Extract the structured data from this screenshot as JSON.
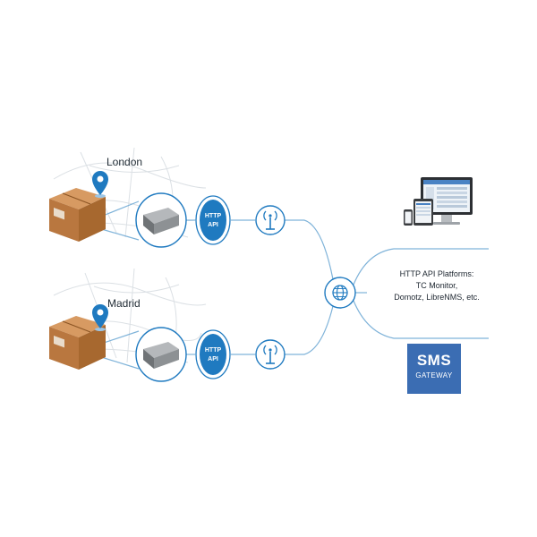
{
  "locations": [
    {
      "name": "London"
    },
    {
      "name": "Madrid"
    }
  ],
  "gateway_badge": {
    "line1": "HTTP",
    "line2": "API"
  },
  "platforms": {
    "line1": "HTTP API Platforms:",
    "line2": "TC Monitor,",
    "line3": "Domotz, LibreNMS, etc."
  },
  "sms_gateway": {
    "line1": "SMS",
    "line2": "GATEWAY"
  },
  "colors": {
    "accent": "#1f7ac0",
    "line": "#7fb3d9",
    "box": "#c98a55",
    "sms_bg": "#3b6db3",
    "map_road": "#d8dde2"
  }
}
